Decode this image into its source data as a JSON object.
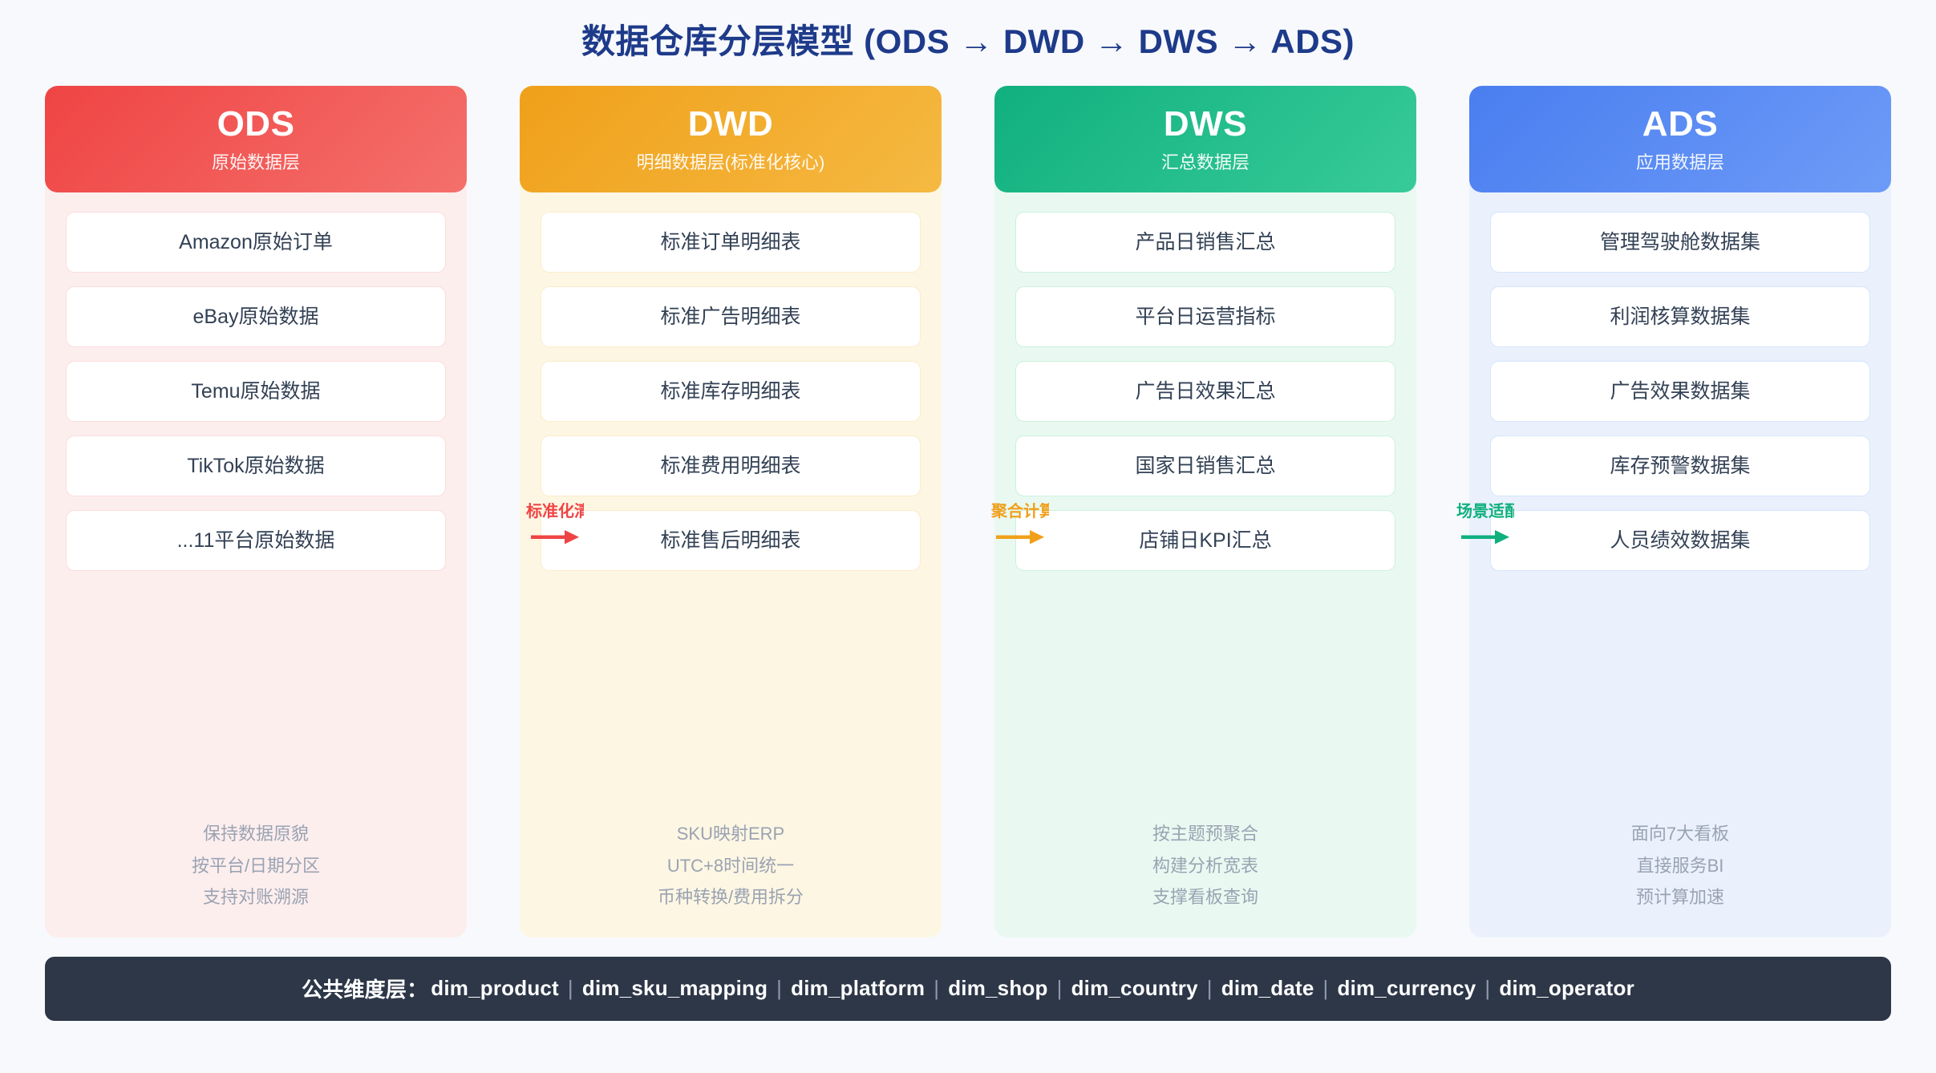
{
  "title": "数据仓库分层模型 (ODS → DWD → DWS → ADS)",
  "colors": {
    "page_background": "#f7f9fc",
    "title": "#1e3a8a",
    "ods": "#ef4444",
    "dwd": "#f0a01a",
    "dws": "#10b07e",
    "ads": "#4a7ef0",
    "footer_background": "#2d3748",
    "card_text": "#334155",
    "note_text": "#9aa3b2"
  },
  "layers": [
    {
      "code": "ODS",
      "subtitle": "原始数据层",
      "items": [
        "Amazon原始订单",
        "eBay原始数据",
        "Temu原始数据",
        "TikTok原始数据",
        "...11平台原始数据"
      ],
      "notes": [
        "保持数据原貌",
        "按平台/日期分区",
        "支持对账溯源"
      ]
    },
    {
      "code": "DWD",
      "subtitle": "明细数据层(标准化核心)",
      "items": [
        "标准订单明细表",
        "标准广告明细表",
        "标准库存明细表",
        "标准费用明细表",
        "标准售后明细表"
      ],
      "notes": [
        "SKU映射ERP",
        "UTC+8时间统一",
        "币种转换/费用拆分"
      ]
    },
    {
      "code": "DWS",
      "subtitle": "汇总数据层",
      "items": [
        "产品日销售汇总",
        "平台日运营指标",
        "广告日效果汇总",
        "国家日销售汇总",
        "店铺日KPI汇总"
      ],
      "notes": [
        "按主题预聚合",
        "构建分析宽表",
        "支撑看板查询"
      ]
    },
    {
      "code": "ADS",
      "subtitle": "应用数据层",
      "items": [
        "管理驾驶舱数据集",
        "利润核算数据集",
        "广告效果数据集",
        "库存预警数据集",
        "人员绩效数据集"
      ],
      "notes": [
        "面向7大看板",
        "直接服务BI",
        "预计算加速"
      ]
    }
  ],
  "arrows": [
    {
      "label": "标准化清洗",
      "color": "#ef4444"
    },
    {
      "label": "聚合计算",
      "color": "#f0a01a"
    },
    {
      "label": "场景适配",
      "color": "#10b07e"
    }
  ],
  "footer": {
    "label": "公共维度层：",
    "separator": "|",
    "tables": [
      "dim_product",
      "dim_sku_mapping",
      "dim_platform",
      "dim_shop",
      "dim_country",
      "dim_date",
      "dim_currency",
      "dim_operator"
    ]
  }
}
